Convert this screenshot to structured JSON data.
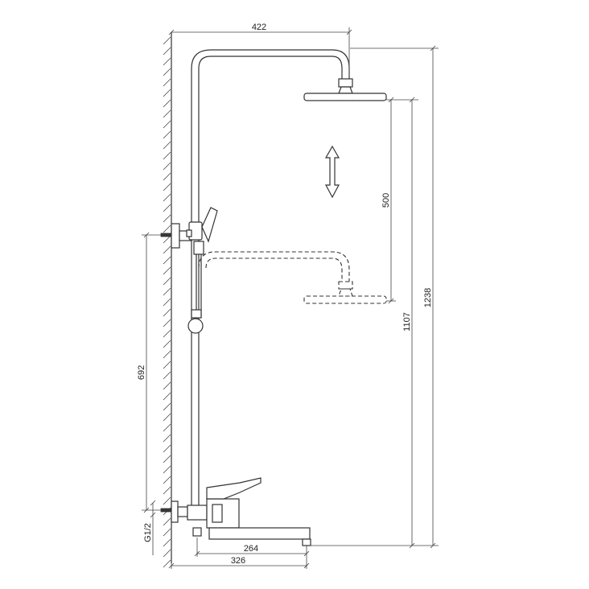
{
  "dimensions": {
    "top_width": "422",
    "slide_travel": "500",
    "head_height_low": "1107",
    "head_height_high": "1238",
    "bracket_height": "692",
    "connection_thread": "G1/2",
    "spout_reach": "264",
    "mixer_depth": "326"
  },
  "colors": {
    "line": "#333333",
    "background": "#ffffff"
  }
}
